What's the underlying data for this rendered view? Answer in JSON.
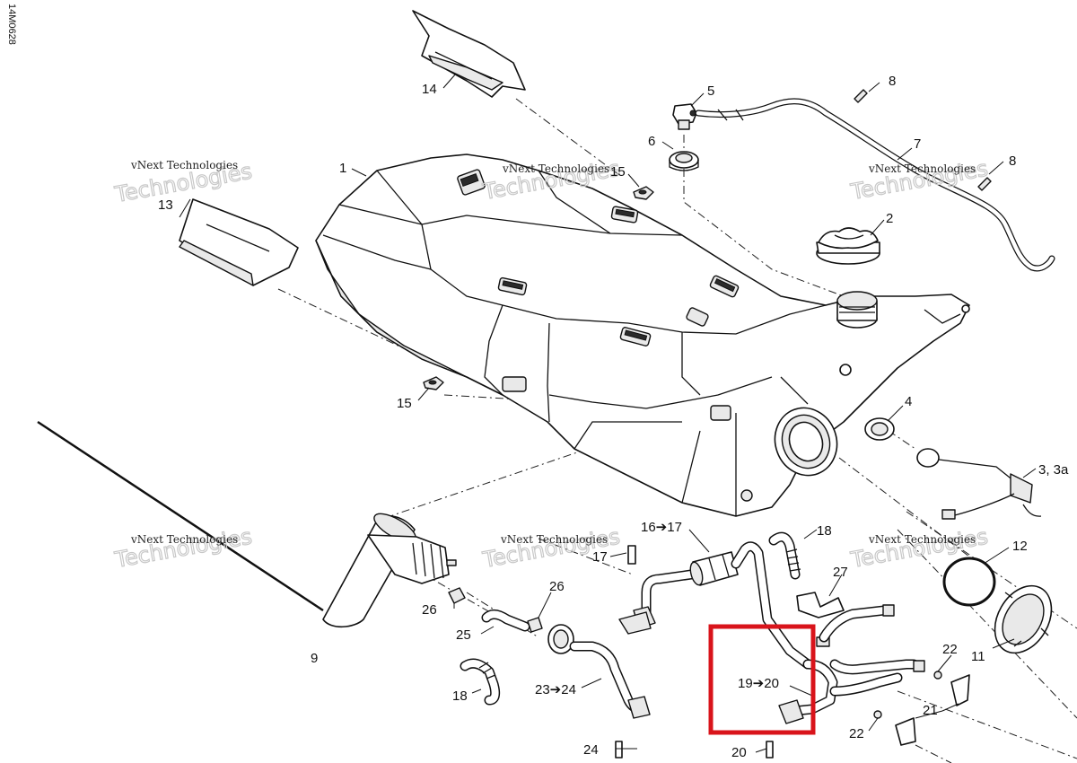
{
  "doc_code": "14M0628",
  "watermark": {
    "line1": "vNext Technologies",
    "line2": "Technologies"
  },
  "labels": {
    "l1": "1",
    "l2": "2",
    "l3": "3, 3a",
    "l4": "4",
    "l5": "5",
    "l6": "6",
    "l7": "7",
    "l8a": "8",
    "l8b": "8",
    "l9": "9",
    "l11": "11",
    "l12": "12",
    "l13": "13",
    "l14": "14",
    "l15a": "15",
    "l15b": "15",
    "l16": "16➔17",
    "l17": "17",
    "l18a": "18",
    "l18b": "18",
    "l19": "19➔20",
    "l20": "20",
    "l21": "21",
    "l22a": "22",
    "l22b": "22",
    "l23": "23➔24",
    "l24": "24",
    "l25": "25",
    "l26a": "26",
    "l26b": "26",
    "l27": "27"
  },
  "colors": {
    "line": "#111111",
    "callout": "#d9141b",
    "watermark": "#c8c8c8"
  }
}
